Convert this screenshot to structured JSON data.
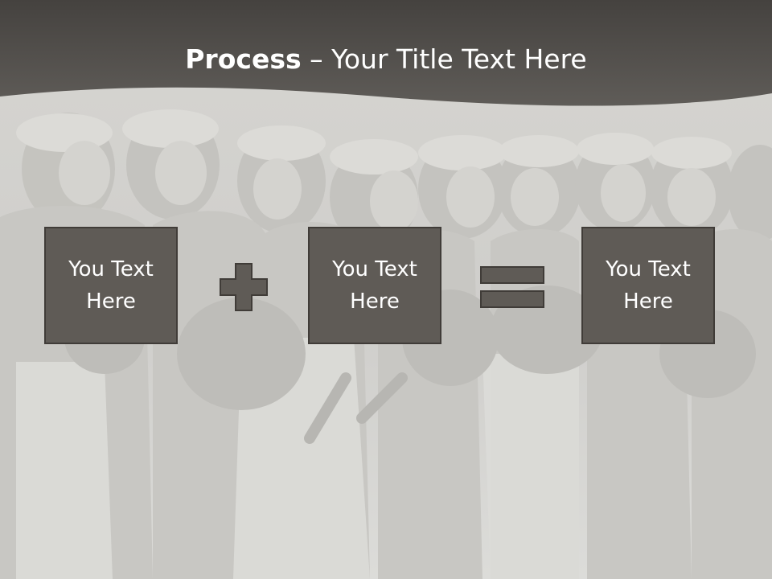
{
  "slide": {
    "title_bold": "Process",
    "title_rest": " – Your Title Text Here"
  },
  "process": {
    "step1_text": "You Text\nHere",
    "step2_text": "You Text\nHere",
    "result_text": "You Text\nHere",
    "operator1_icon": "plus-icon",
    "operator2_icon": "equals-icon"
  },
  "colors": {
    "header": "#4d4a46",
    "box_fill": "#5f5b56",
    "box_border": "#403c38",
    "text": "#ffffff"
  }
}
